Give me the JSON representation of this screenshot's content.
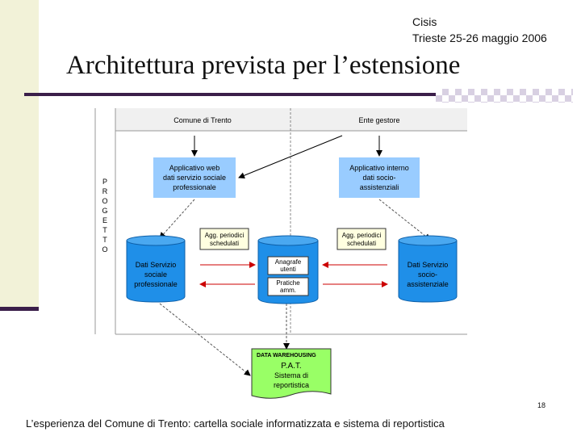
{
  "header": {
    "org": "Cisis",
    "event": "Trieste 25-26 maggio 2006"
  },
  "title": "Architettura prevista per l’estensione",
  "diagram": {
    "column_left": "Comune di Trento",
    "column_right": "Ente gestore",
    "side_label": "PROGETTO",
    "app_web": [
      "Applicativo web",
      "dati servizio sociale",
      "professionale"
    ],
    "app_interno": [
      "Applicativo interno",
      "dati socio-",
      "assistenziali"
    ],
    "agg_left": [
      "Agg. periodici",
      "schedulati"
    ],
    "agg_right": [
      "Agg. periodici",
      "schedulati"
    ],
    "db_left": [
      "Dati Servizio",
      "sociale",
      "professionale"
    ],
    "db_right": [
      "Dati Servizio",
      "socio-",
      "assistenziale"
    ],
    "anagrafe": [
      "Anagrafe",
      "utenti"
    ],
    "pratiche": [
      "Pratiche",
      "amm."
    ],
    "dw_header": "DATA WAREHOUSING",
    "dw_body": [
      "P.A.T.",
      "Sistema di",
      "reportistica"
    ]
  },
  "page_number": "18",
  "footer": "L’esperienza del Comune di Trento: cartella sociale informatizzata e sistema di reportistica",
  "colors": {
    "app_box": "#99ccff",
    "db_blue": "#1f8fe8",
    "dw_green": "#99ff66",
    "arrow_red": "#cc0000",
    "title_rule": "#3b1f4a"
  }
}
